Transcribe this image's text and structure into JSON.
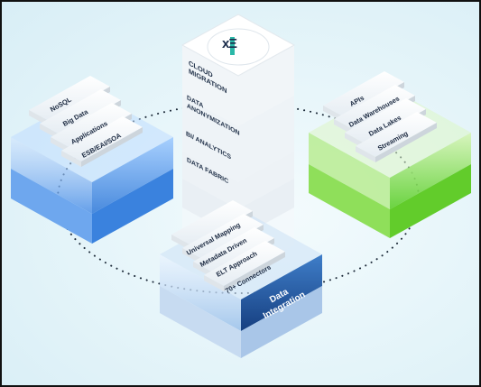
{
  "logo": {
    "name": "xm-logo-icon",
    "letters": "xΞ"
  },
  "center_stack": {
    "items": [
      "CLOUD\nMIGRATION",
      "DATA\nANONYMIZATION",
      "BI/ ANALYTICS",
      "DATA FABRIC"
    ]
  },
  "left_stack": {
    "items": [
      "NoSQL",
      "Big Data",
      "Applications",
      "ESB/EAI/SOA"
    ],
    "color": "#2f7fe0"
  },
  "right_stack": {
    "items": [
      "APIs",
      "Data Warehouses",
      "Data Lakes",
      "Streaming"
    ],
    "color": "#6fd63b"
  },
  "bottom_stack": {
    "items": [
      "Universal Mapping",
      "Metadata Driven",
      "ELT Approach",
      "70+ Connectors"
    ],
    "title": "Data\nIntegration",
    "color": "#1d5fae"
  },
  "accent": "#2bb8a8"
}
